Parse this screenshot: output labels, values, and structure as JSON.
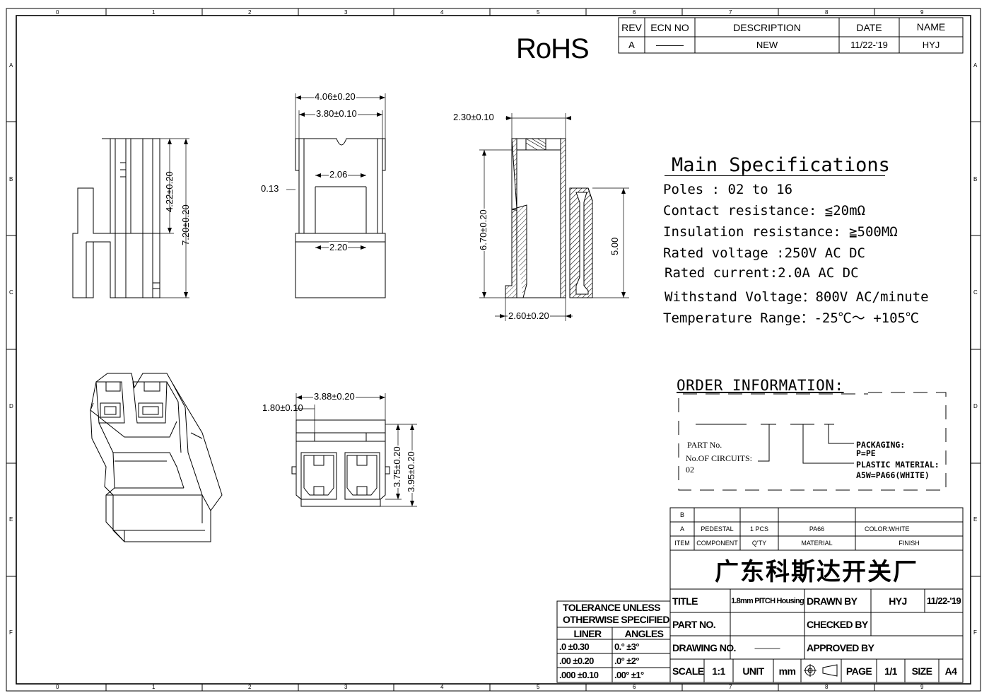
{
  "rohs": "RoHS",
  "frame": {
    "cols": [
      "0",
      "1",
      "2",
      "3",
      "4",
      "5",
      "6",
      "7",
      "8",
      "9"
    ],
    "rows": [
      "A",
      "B",
      "C",
      "D",
      "E",
      "F"
    ]
  },
  "revision": {
    "headers": [
      "REV",
      "ECN NO",
      "DESCRIPTION",
      "DATE",
      "NAME"
    ],
    "row": [
      "A",
      "———",
      "NEW",
      "11/22-'19",
      "HYJ"
    ]
  },
  "dimensions": {
    "side_h1": "4.22±0.20",
    "side_h2": "7.20±0.20",
    "front_w1": "4.06±0.20",
    "front_w2": "3.80±0.10",
    "front_gap": "0.13",
    "front_slot1": "2.06",
    "front_slot2": "2.20",
    "section_top": "2.30±0.10",
    "section_h": "6.70±0.20",
    "section_h2": "5.00",
    "section_bottom": "2.60±0.20",
    "bottom_w": "3.88±0.20",
    "bottom_pitch": "1.80±0.10",
    "bottom_h1": "3.75±0.20",
    "bottom_h2": "3.95±0.20"
  },
  "specs": {
    "title": "Main Specifications",
    "lines": [
      "Poles : 02 to 16",
      "Contact resistance: ≦20mΩ",
      "Insulation resistance: ≧500MΩ",
      "Rated voltage :250V AC DC",
      "Rated current:2.0A  AC DC",
      "Withstand Voltage：800V AC/minute",
      "Temperature Range：-25℃～ +105℃"
    ]
  },
  "order": {
    "title": "ORDER INFORMATION:",
    "part_no": "PART No.",
    "circuits": "No.OF CIRCUITS:",
    "circuits_val": "02",
    "packaging": "PACKAGING:",
    "packaging_val": "P=PE",
    "material": "PLASTIC MATERIAL:",
    "material_val": "A5W=PA66(WHITE)"
  },
  "bom": {
    "row_b": "B",
    "row_a": [
      "A",
      "PEDESTAL",
      "1 PCS",
      "PA66",
      "COLOR:WHITE"
    ],
    "header": [
      "ITEM",
      "COMPONENT",
      "Q'TY",
      "MATERIAL",
      "FINISH"
    ]
  },
  "company": "广东科斯达开关厂",
  "title_block": {
    "title_label": "TITLE",
    "title_value": "1.8mm PITCH Housing",
    "drawn_label": "DRAWN BY",
    "drawn_value": "HYJ",
    "drawn_date": "11/22-'19",
    "part_label": "PART NO.",
    "checked_label": "CHECKED BY",
    "drawing_label": "DRAWING NO.",
    "drawing_value": "———",
    "approved_label": "APPROVED BY",
    "scale_label": "SCALE",
    "scale_value": "1:1",
    "unit_label": "UNIT",
    "unit_value": "mm",
    "page_label": "PAGE",
    "page_value": "1/1",
    "size_label": "SIZE",
    "size_value": "A4"
  },
  "tolerance": {
    "line1": "TOLERANCE UNLESS",
    "line2": "OTHERWISE SPECIFIED",
    "liner": "LINER",
    "angles": "ANGLES",
    "rows": [
      [
        ".0  ±0.30",
        "0.°  ±3°"
      ],
      [
        ".00 ±0.20",
        ".0°  ±2°"
      ],
      [
        ".000 ±0.10",
        ".00° ±1°"
      ]
    ]
  }
}
